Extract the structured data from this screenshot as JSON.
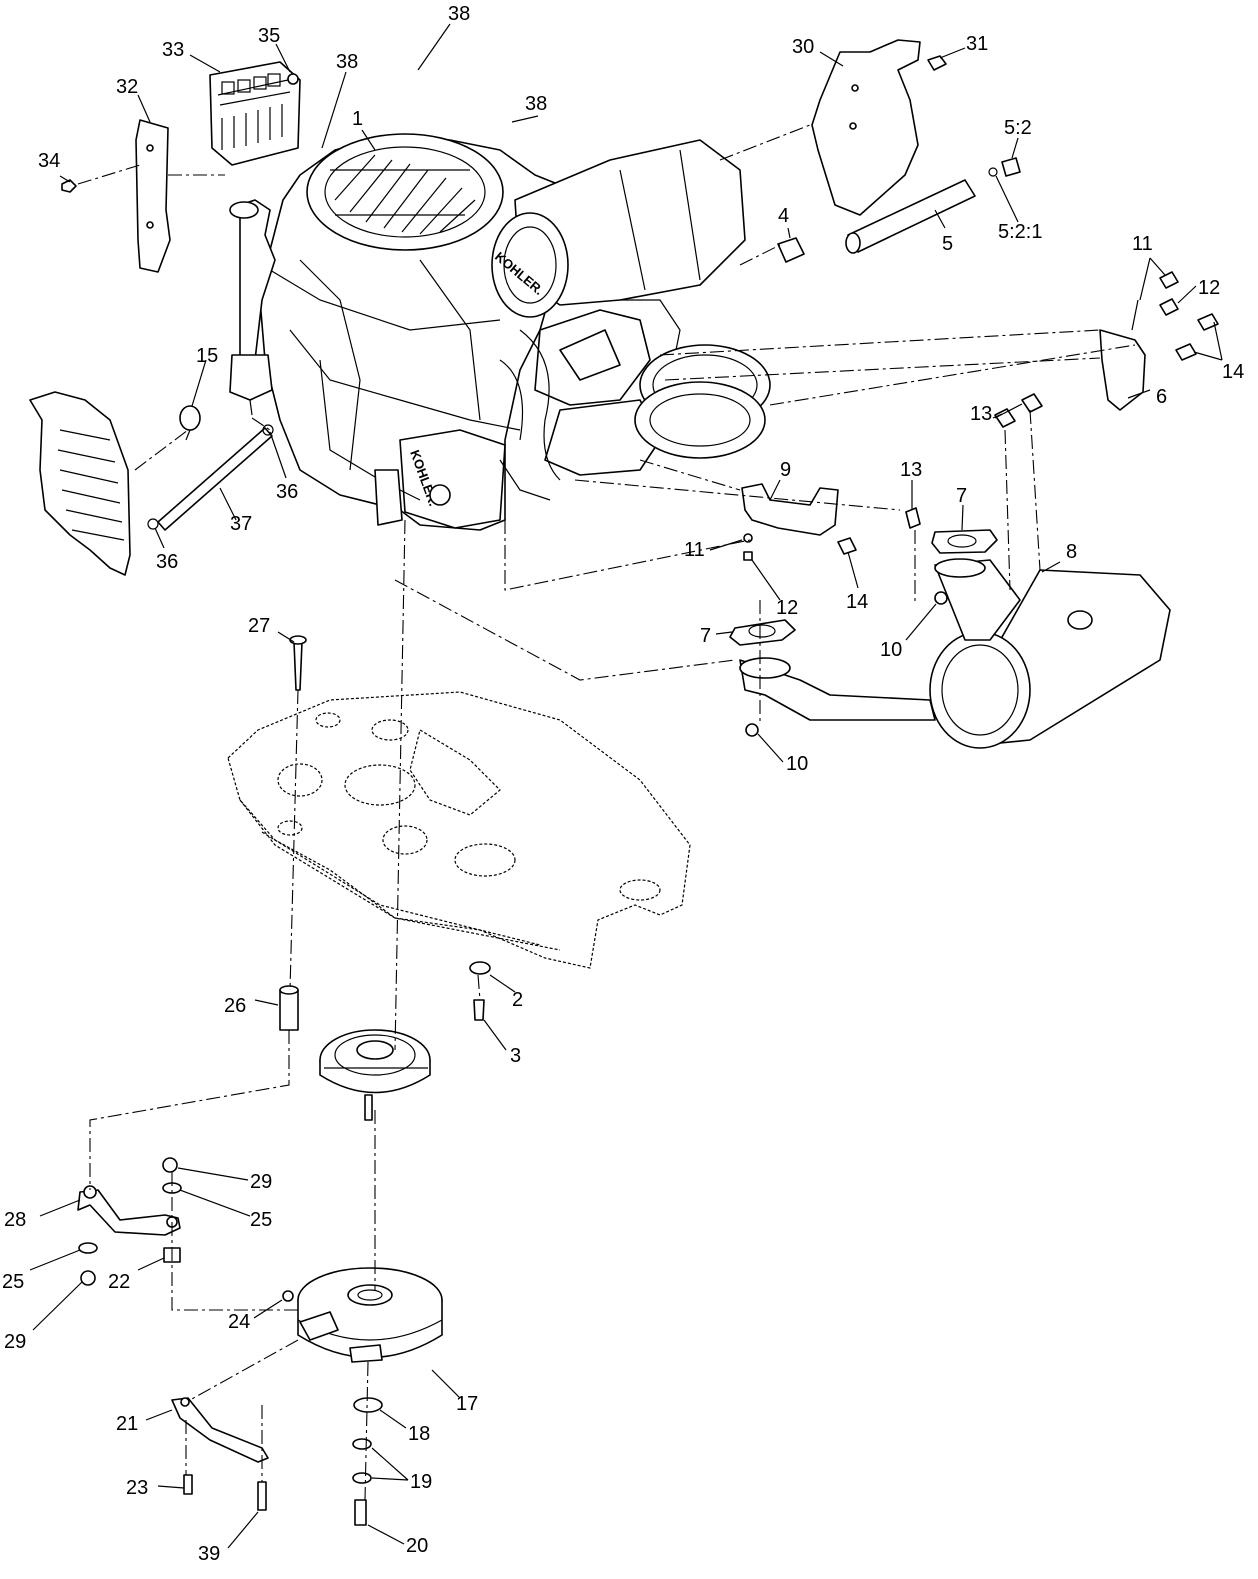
{
  "brand": {
    "logo_text": "KOHLER."
  },
  "callouts": [
    {
      "label": "38"
    },
    {
      "label": "35"
    },
    {
      "label": "33"
    },
    {
      "label": "38"
    },
    {
      "label": "32"
    },
    {
      "label": "1"
    },
    {
      "label": "34"
    },
    {
      "label": "38"
    },
    {
      "label": "30"
    },
    {
      "label": "31"
    },
    {
      "label": "5:2"
    },
    {
      "label": "5:2:1"
    },
    {
      "label": "5"
    },
    {
      "label": "4"
    },
    {
      "label": "11"
    },
    {
      "label": "12"
    },
    {
      "label": "14"
    },
    {
      "label": "6"
    },
    {
      "label": "13"
    },
    {
      "label": "15"
    },
    {
      "label": "36"
    },
    {
      "label": "37"
    },
    {
      "label": "36"
    },
    {
      "label": "9"
    },
    {
      "label": "13"
    },
    {
      "label": "7"
    },
    {
      "label": "11"
    },
    {
      "label": "12"
    },
    {
      "label": "14"
    },
    {
      "label": "8"
    },
    {
      "label": "7"
    },
    {
      "label": "10"
    },
    {
      "label": "10"
    },
    {
      "label": "27"
    },
    {
      "label": "2"
    },
    {
      "label": "26"
    },
    {
      "label": "3"
    },
    {
      "label": "29"
    },
    {
      "label": "28"
    },
    {
      "label": "25"
    },
    {
      "label": "25"
    },
    {
      "label": "22"
    },
    {
      "label": "29"
    },
    {
      "label": "24"
    },
    {
      "label": "17"
    },
    {
      "label": "21"
    },
    {
      "label": "18"
    },
    {
      "label": "19"
    },
    {
      "label": "23"
    },
    {
      "label": "39"
    },
    {
      "label": "20"
    }
  ]
}
